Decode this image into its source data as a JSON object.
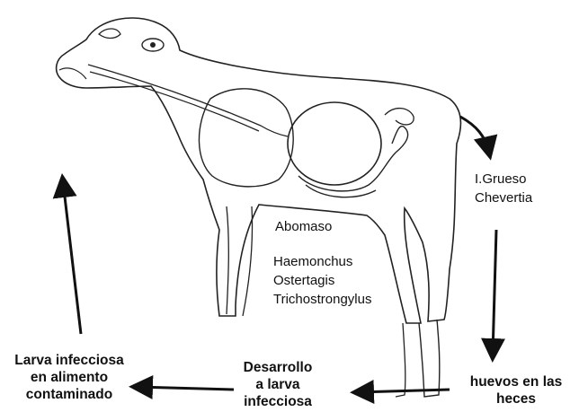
{
  "organ_label": "Abomaso",
  "abomasum_parasites": [
    "Haemonchus",
    "Ostertagis",
    "Trichostrongylus"
  ],
  "large_intestine": {
    "label": "I.Grueso",
    "parasite": "Chevertia"
  },
  "cycle_steps": {
    "eggs": {
      "line1": "huevos en las",
      "line2": "heces"
    },
    "development": {
      "line1": "Desarrollo",
      "line2": "a larva",
      "line3": "infecciosa"
    },
    "infective_larva": {
      "line1": "Larva infecciosa",
      "line2": "en alimento",
      "line3": "contaminado"
    }
  }
}
